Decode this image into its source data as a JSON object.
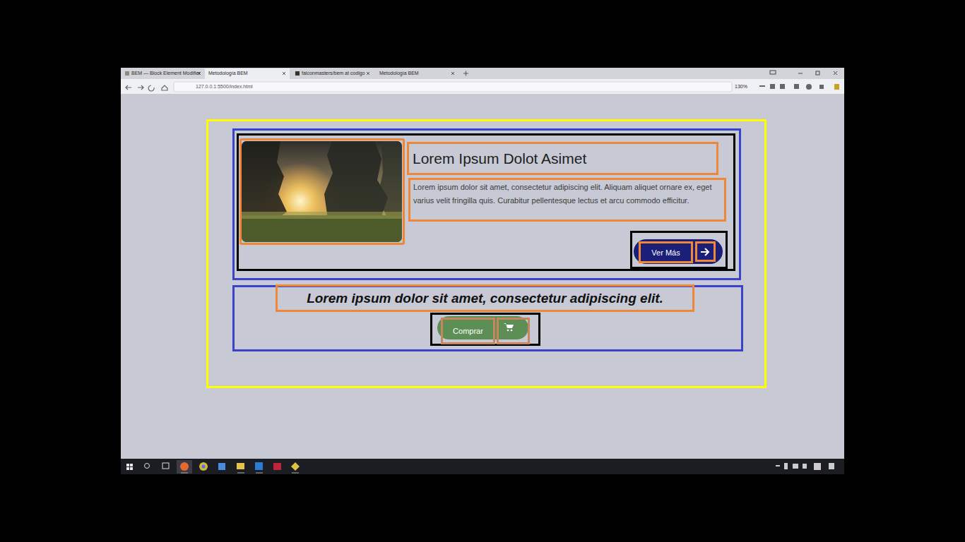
{
  "diagram": {
    "nodes": [
      {
        "text": []
      },
      {
        "text": [],
        "in": 0
      },
      {
        "text": [],
        "in": 1
      },
      {
        "text": [],
        "in": 2
      },
      {
        "text": [
          "Lorem Ipsum Dolot Asimet"
        ],
        "in": 2
      },
      {
        "text": [
          "Lorem ipsum dolor sit amet, consectetur adipiscing elit. Aliquam aliquet ornare ex, eget varius velit fringilla quis. Curabitur pellentesque lectus et arcu commodo efficitur."
        ],
        "in": 2
      },
      {
        "text": [],
        "in": 2
      },
      {
        "text": [
          "Ver Más"
        ],
        "in": 6
      },
      {
        "text": [],
        "in": 6
      },
      {
        "text": [],
        "in": 0
      },
      {
        "text": [
          "Lorem ipsum dolor sit amet, consectetur adipiscing elit."
        ],
        "in": 9
      },
      {
        "text": [],
        "in": 9
      },
      {
        "text": [
          "Comprar"
        ],
        "in": 11
      },
      {
        "text": [],
        "in": 11
      }
    ],
    "labels": [
      "BEM — Block Element Modifier",
      "Metodología BEM",
      "falconmasters/bem at codigo",
      "Metodología BEM",
      "127.0.0.1:5500/index.html",
      "130%"
    ]
  }
}
